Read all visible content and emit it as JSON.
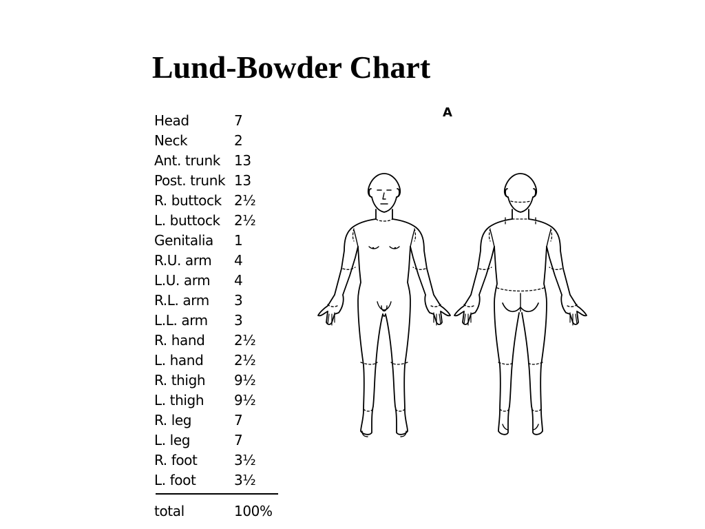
{
  "slide": {
    "title": "Lund-Bowder Chart"
  },
  "table": {
    "rows": [
      {
        "label": "Head",
        "value": "7"
      },
      {
        "label": "Neck",
        "value": "2"
      },
      {
        "label": "Ant. trunk",
        "value": "13"
      },
      {
        "label": "Post. trunk",
        "value": "13"
      },
      {
        "label": "R. buttock",
        "value": "2½"
      },
      {
        "label": "L. buttock",
        "value": "2½"
      },
      {
        "label": "Genitalia",
        "value": "1"
      },
      {
        "label": "R.U. arm",
        "value": "4"
      },
      {
        "label": "L.U. arm",
        "value": "4"
      },
      {
        "label": "R.L. arm",
        "value": "3"
      },
      {
        "label": "L.L. arm",
        "value": "3"
      },
      {
        "label": "R. hand",
        "value": "2½"
      },
      {
        "label": "L. hand",
        "value": "2½"
      },
      {
        "label": "R. thigh",
        "value": "9½"
      },
      {
        "label": "L. thigh",
        "value": "9½"
      },
      {
        "label": "R. leg",
        "value": "7"
      },
      {
        "label": "L. leg",
        "value": "7"
      },
      {
        "label": "R. foot",
        "value": "3½"
      },
      {
        "label": "L. foot",
        "value": "3½"
      }
    ],
    "total": {
      "label": "total",
      "value": "100%"
    }
  },
  "figure": {
    "label": "A",
    "views": [
      "front",
      "back"
    ]
  }
}
